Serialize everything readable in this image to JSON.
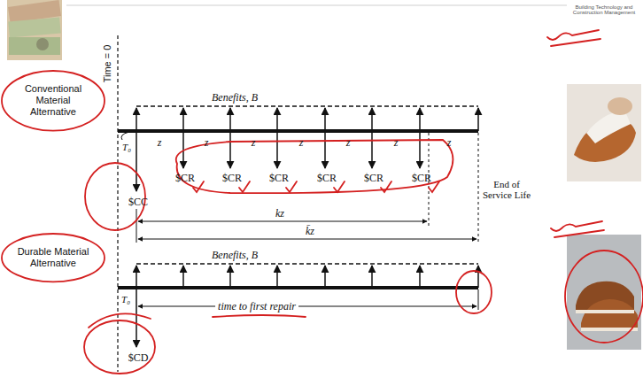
{
  "diagram": {
    "nodes": [
      {
        "text": [
          "Conventional Material Alternative"
        ]
      },
      {
        "text": [
          "Durable Material Alternative"
        ]
      }
    ],
    "labels": [
      "Time = 0",
      "Benefits, B",
      "z",
      "z",
      "z",
      "z",
      "z",
      "z",
      "z",
      "T₀",
      "$CC",
      "$CR",
      "$CR",
      "$CR",
      "$CR",
      "$CR",
      "$CR",
      "End of Service Life",
      "kz",
      "k̄z",
      "Benefits, B",
      "time to first repair",
      "T₀",
      "$CD",
      "Building Technology and Construction Management"
    ]
  }
}
